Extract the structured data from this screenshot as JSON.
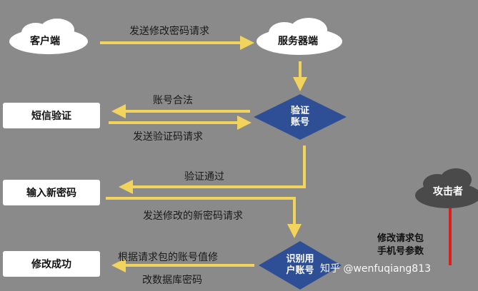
{
  "nodes": {
    "client": "客户端",
    "server": "服务器端",
    "sms": "短信验证",
    "new_password": "输入新密码",
    "success": "修改成功",
    "verify_account": [
      "验证",
      "账号"
    ],
    "identify_user": [
      "识别用",
      "户账号"
    ],
    "attacker": "攻击者"
  },
  "edges": {
    "send_change_request": "发送修改密码请求",
    "account_valid": "账号合法",
    "send_code_request": "发送验证码请求",
    "verify_passed": "验证通过",
    "send_new_password_request": "发送修改的新密码请求",
    "modify_by_account": "根据请求包的账号值修",
    "modify_db_password": "改数据库密码"
  },
  "attack_note": [
    "修改请求包",
    "手机号参数"
  ],
  "watermark": "知乎 @wenfuqiang813",
  "colors": {
    "background": "#8a8a8a",
    "arrow": "#f2d45c",
    "diamond": "#2e4f96",
    "attacker_cloud": "#4a4a4a",
    "attack_line": "#d9201f"
  }
}
